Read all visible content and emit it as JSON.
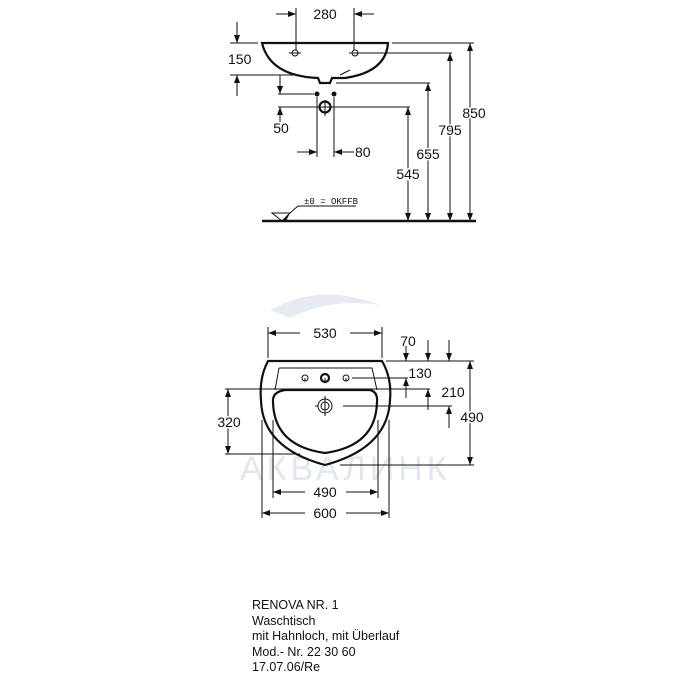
{
  "watermark": "АКВАЛИНК",
  "side_view": {
    "dimensions": {
      "tap_spacing": "280",
      "basin_height": "150",
      "waste_offset": "50",
      "waste_spacing": "80",
      "trap_height": "545",
      "outlet_height": "655",
      "tap_height": "795",
      "rim_height": "850"
    },
    "floor_reference": "±0 = OKFFB"
  },
  "front_view": {
    "dimensions": {
      "inner_width": "530",
      "tap_depth": "70",
      "deck_depth": "130",
      "drain_depth": "210",
      "total_depth": "490",
      "bowl_depth": "320",
      "bowl_width": "490",
      "total_width": "600"
    }
  },
  "info": {
    "product": "RENOVA NR. 1",
    "type": "Waschtisch",
    "features": "mit Hahnloch, mit Überlauf",
    "model": "Mod.- Nr. 22 30 60",
    "date": "17.07.06/Re"
  }
}
